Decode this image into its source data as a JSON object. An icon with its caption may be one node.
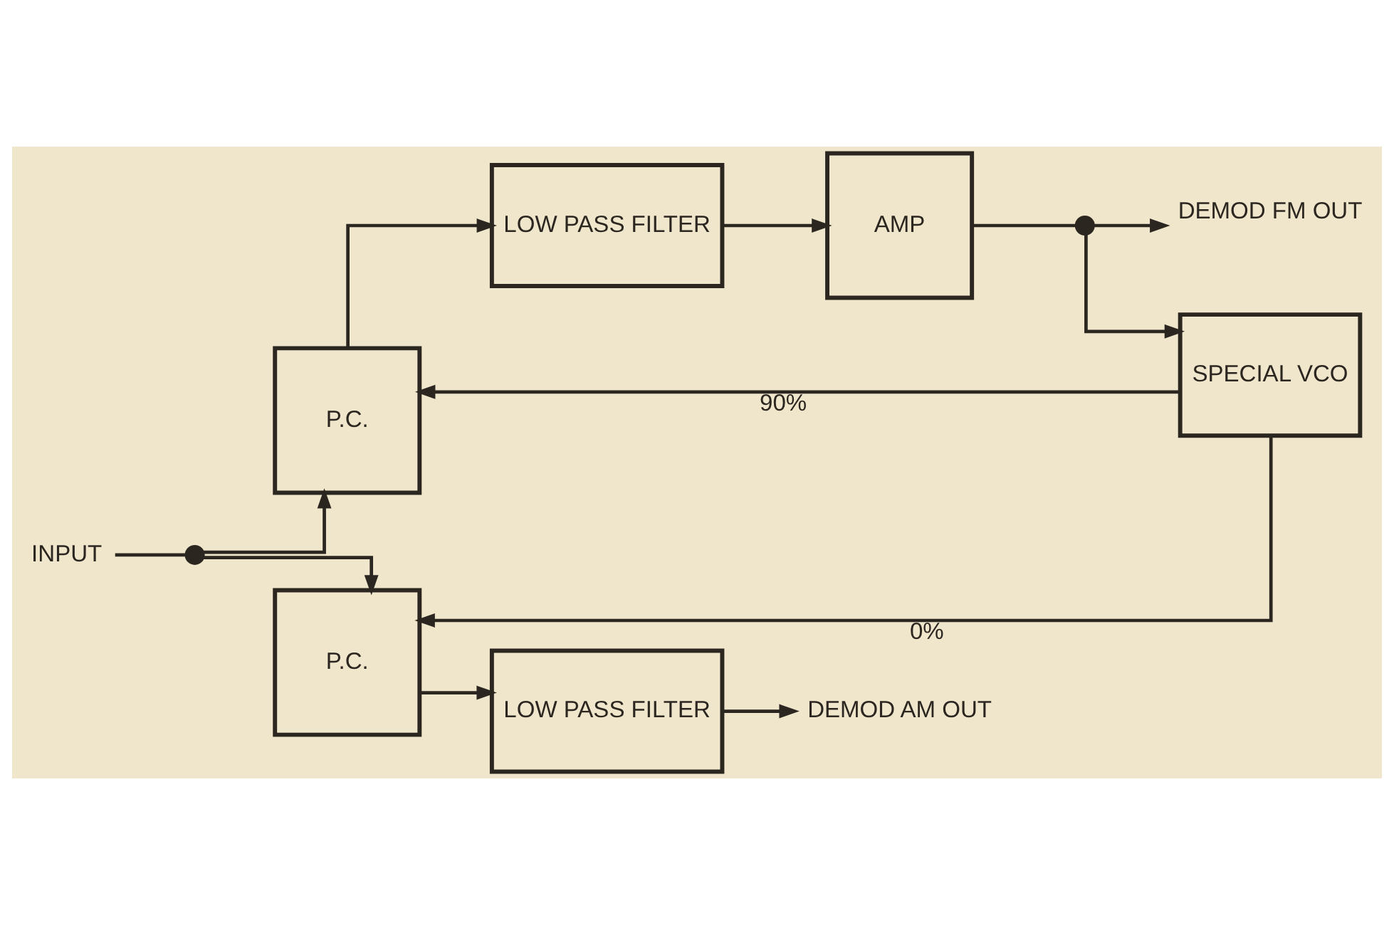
{
  "diagram": {
    "nodes": [
      {
        "text": [
          "INPUT"
        ]
      },
      {
        "text": [],
        "shape": "circle"
      },
      {
        "text": [
          "P.C."
        ]
      },
      {
        "text": [
          "LOW PASS FILTER"
        ]
      },
      {
        "text": [
          "AMP"
        ]
      },
      {
        "text": [],
        "shape": "circle"
      },
      {
        "text": [
          "DEMOD FM OUT"
        ]
      },
      {
        "text": [
          "SPECIAL VCO"
        ]
      },
      {
        "text": [
          "P.C."
        ]
      },
      {
        "text": [
          "LOW PASS FILTER"
        ]
      },
      {
        "text": [
          "DEMOD AM OUT"
        ]
      }
    ],
    "edges": [
      {
        "from": 0,
        "to": 1,
        "arrow": "none"
      },
      {
        "from": 1,
        "to": 2,
        "arrow": "to"
      },
      {
        "from": 2,
        "to": 3,
        "arrow": "to"
      },
      {
        "from": 3,
        "to": 4,
        "arrow": "to"
      },
      {
        "from": 4,
        "to": 5,
        "arrow": "none"
      },
      {
        "from": 5,
        "to": 6,
        "arrow": "to"
      },
      {
        "from": 5,
        "to": 7,
        "arrow": "to"
      },
      {
        "from": 7,
        "to": 2,
        "arrow": "to",
        "label": "90%"
      },
      {
        "from": 7,
        "to": 8,
        "arrow": "to",
        "label": "0%"
      },
      {
        "from": 1,
        "to": 8,
        "arrow": "to"
      },
      {
        "from": 8,
        "to": 9,
        "arrow": "to"
      },
      {
        "from": 9,
        "to": 10,
        "arrow": "to"
      }
    ]
  }
}
